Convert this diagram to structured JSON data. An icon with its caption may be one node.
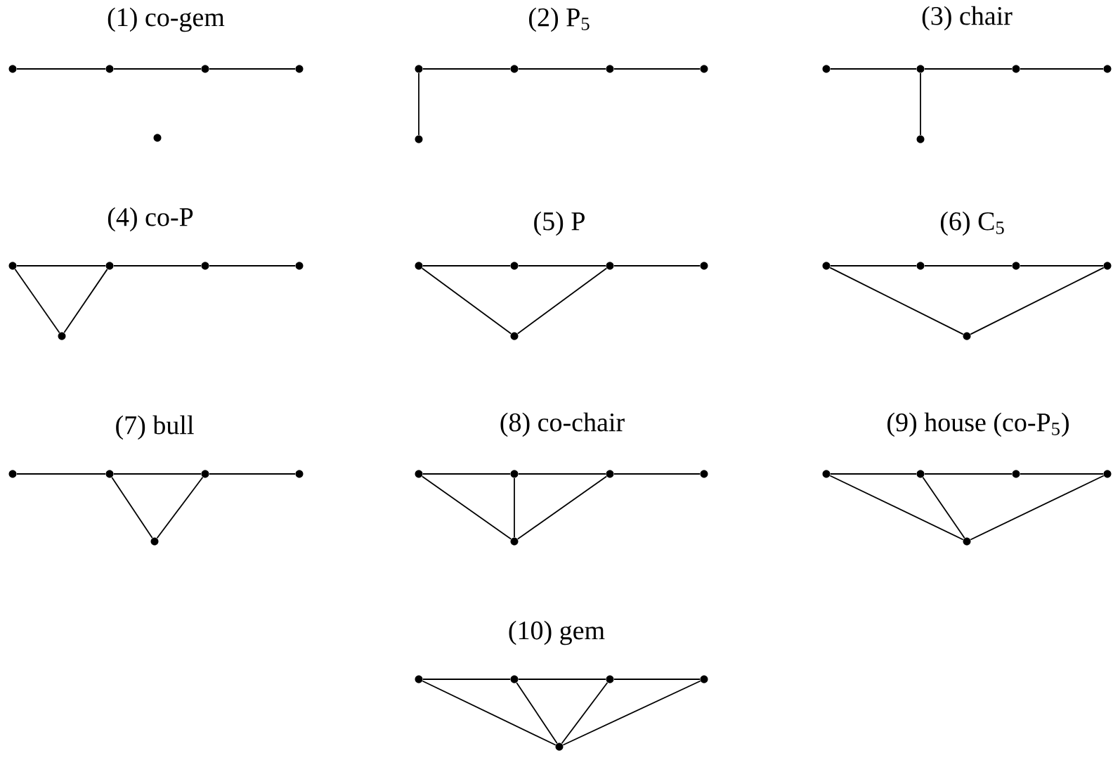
{
  "diagram": {
    "nodes": [
      {
        "text": [],
        "shape": "circle"
      },
      {
        "text": [],
        "shape": "circle"
      },
      {
        "text": [],
        "shape": "circle"
      },
      {
        "text": [],
        "shape": "circle"
      },
      {
        "text": [],
        "shape": "circle"
      },
      {
        "text": [],
        "shape": "circle"
      },
      {
        "text": [],
        "shape": "circle"
      },
      {
        "text": [],
        "shape": "circle"
      },
      {
        "text": [],
        "shape": "circle"
      },
      {
        "text": [],
        "shape": "circle"
      },
      {
        "text": [],
        "shape": "circle"
      },
      {
        "text": [],
        "shape": "circle"
      },
      {
        "text": [],
        "shape": "circle"
      },
      {
        "text": [],
        "shape": "circle"
      },
      {
        "text": [],
        "shape": "circle"
      },
      {
        "text": [],
        "shape": "circle"
      },
      {
        "text": [],
        "shape": "circle"
      },
      {
        "text": [],
        "shape": "circle"
      },
      {
        "text": [],
        "shape": "circle"
      },
      {
        "text": [],
        "shape": "circle"
      },
      {
        "text": [],
        "shape": "circle"
      },
      {
        "text": [],
        "shape": "circle"
      },
      {
        "text": [],
        "shape": "circle"
      },
      {
        "text": [],
        "shape": "circle"
      },
      {
        "text": [],
        "shape": "circle"
      },
      {
        "text": [],
        "shape": "circle"
      },
      {
        "text": [],
        "shape": "circle"
      },
      {
        "text": [],
        "shape": "circle"
      },
      {
        "text": [],
        "shape": "circle"
      },
      {
        "text": [],
        "shape": "circle"
      },
      {
        "text": [],
        "shape": "circle"
      },
      {
        "text": [],
        "shape": "circle"
      },
      {
        "text": [],
        "shape": "circle"
      },
      {
        "text": [],
        "shape": "circle"
      },
      {
        "text": [],
        "shape": "circle"
      },
      {
        "text": [],
        "shape": "circle"
      },
      {
        "text": [],
        "shape": "circle"
      },
      {
        "text": [],
        "shape": "circle"
      },
      {
        "text": [],
        "shape": "circle"
      },
      {
        "text": [],
        "shape": "circle"
      },
      {
        "text": [],
        "shape": "circle"
      },
      {
        "text": [],
        "shape": "circle"
      },
      {
        "text": [],
        "shape": "circle"
      },
      {
        "text": [],
        "shape": "circle"
      },
      {
        "text": [],
        "shape": "circle"
      },
      {
        "text": [],
        "shape": "circle"
      },
      {
        "text": [],
        "shape": "circle"
      },
      {
        "text": [],
        "shape": "circle"
      },
      {
        "text": [],
        "shape": "circle"
      },
      {
        "text": [],
        "shape": "circle"
      }
    ],
    "edges": [
      {
        "from": 0,
        "to": 1,
        "arrow": "none"
      },
      {
        "from": 1,
        "to": 2,
        "arrow": "none"
      },
      {
        "from": 2,
        "to": 3,
        "arrow": "none"
      },
      {
        "from": 5,
        "to": 6,
        "arrow": "none"
      },
      {
        "from": 6,
        "to": 7,
        "arrow": "none"
      },
      {
        "from": 7,
        "to": 8,
        "arrow": "none"
      },
      {
        "from": 5,
        "to": 9,
        "arrow": "none"
      },
      {
        "from": 10,
        "to": 11,
        "arrow": "none"
      },
      {
        "from": 11,
        "to": 12,
        "arrow": "none"
      },
      {
        "from": 12,
        "to": 13,
        "arrow": "none"
      },
      {
        "from": 11,
        "to": 14,
        "arrow": "none"
      },
      {
        "from": 15,
        "to": 16,
        "arrow": "none"
      },
      {
        "from": 16,
        "to": 17,
        "arrow": "none"
      },
      {
        "from": 17,
        "to": 18,
        "arrow": "none"
      },
      {
        "from": 15,
        "to": 19,
        "arrow": "none"
      },
      {
        "from": 16,
        "to": 19,
        "arrow": "none"
      },
      {
        "from": 20,
        "to": 21,
        "arrow": "none"
      },
      {
        "from": 21,
        "to": 22,
        "arrow": "none"
      },
      {
        "from": 22,
        "to": 23,
        "arrow": "none"
      },
      {
        "from": 20,
        "to": 24,
        "arrow": "none"
      },
      {
        "from": 22,
        "to": 24,
        "arrow": "none"
      },
      {
        "from": 25,
        "to": 26,
        "arrow": "none"
      },
      {
        "from": 26,
        "to": 27,
        "arrow": "none"
      },
      {
        "from": 27,
        "to": 28,
        "arrow": "none"
      },
      {
        "from": 25,
        "to": 29,
        "arrow": "none"
      },
      {
        "from": 28,
        "to": 29,
        "arrow": "none"
      },
      {
        "from": 30,
        "to": 31,
        "arrow": "none"
      },
      {
        "from": 31,
        "to": 32,
        "arrow": "none"
      },
      {
        "from": 32,
        "to": 33,
        "arrow": "none"
      },
      {
        "from": 31,
        "to": 34,
        "arrow": "none"
      },
      {
        "from": 32,
        "to": 34,
        "arrow": "none"
      },
      {
        "from": 35,
        "to": 36,
        "arrow": "none"
      },
      {
        "from": 36,
        "to": 37,
        "arrow": "none"
      },
      {
        "from": 37,
        "to": 38,
        "arrow": "none"
      },
      {
        "from": 35,
        "to": 39,
        "arrow": "none"
      },
      {
        "from": 36,
        "to": 39,
        "arrow": "none"
      },
      {
        "from": 37,
        "to": 39,
        "arrow": "none"
      },
      {
        "from": 40,
        "to": 41,
        "arrow": "none"
      },
      {
        "from": 41,
        "to": 42,
        "arrow": "none"
      },
      {
        "from": 42,
        "to": 43,
        "arrow": "none"
      },
      {
        "from": 40,
        "to": 44,
        "arrow": "none"
      },
      {
        "from": 41,
        "to": 44,
        "arrow": "none"
      },
      {
        "from": 43,
        "to": 44,
        "arrow": "none"
      },
      {
        "from": 45,
        "to": 46,
        "arrow": "none"
      },
      {
        "from": 46,
        "to": 47,
        "arrow": "none"
      },
      {
        "from": 47,
        "to": 48,
        "arrow": "none"
      },
      {
        "from": 45,
        "to": 49,
        "arrow": "none"
      },
      {
        "from": 46,
        "to": 49,
        "arrow": "none"
      },
      {
        "from": 47,
        "to": 49,
        "arrow": "none"
      },
      {
        "from": 48,
        "to": 49,
        "arrow": "none"
      }
    ],
    "labels": [
      "(1) co-gem",
      "(2) P$_{5}$",
      "(3) chair",
      "(4) co-P",
      "(5) P",
      "(6) C$_{5}$",
      "(7) bull",
      "(8) co-chair",
      "(9) house (co-P$_{5}$)",
      "(10) gem"
    ]
  }
}
